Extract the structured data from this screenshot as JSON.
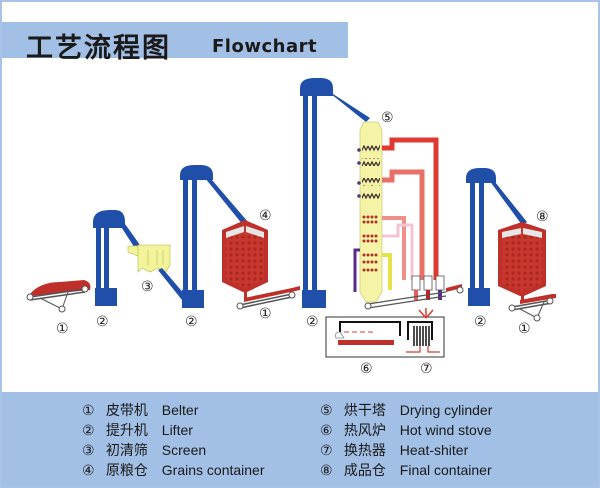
{
  "title": {
    "cn": "工艺流程图",
    "en": "Flowchart"
  },
  "markers": {
    "belter_1": "①",
    "lifter_1": "②",
    "screen": "③",
    "lifter_2": "②",
    "grains_container": "④",
    "belter_2": "①",
    "lifter_3": "②",
    "drying_cylinder": "⑤",
    "hot_wind_stove": "⑥",
    "heat_exchanger": "⑦",
    "lifter_4": "②",
    "final_container": "⑧",
    "belter_3": "①"
  },
  "colors": {
    "lifter_blue": "#1f4fa8",
    "container_red": "#c0302a",
    "screen_yellow": "#f3f39a",
    "tower_yellow": "#f5f3a6",
    "duct_red": "#e03a30",
    "duct_pink": "#ef8f8a",
    "legend_bg": "#a2bfe5"
  },
  "legend": {
    "left": [
      {
        "num": "①",
        "cn": "皮带机",
        "en": "Belter"
      },
      {
        "num": "②",
        "cn": "提升机",
        "en": "Lifter"
      },
      {
        "num": "③",
        "cn": "初清筛",
        "en": "Screen"
      },
      {
        "num": "④",
        "cn": "原粮仓",
        "en": "Grains container"
      }
    ],
    "right": [
      {
        "num": "⑤",
        "cn": "烘干塔",
        "en": "Drying cylinder"
      },
      {
        "num": "⑥",
        "cn": "热风炉",
        "en": "Hot wind stove"
      },
      {
        "num": "⑦",
        "cn": "换热器",
        "en": "Heat-shiter"
      },
      {
        "num": "⑧",
        "cn": "成品仓",
        "en": "Final container"
      }
    ]
  }
}
